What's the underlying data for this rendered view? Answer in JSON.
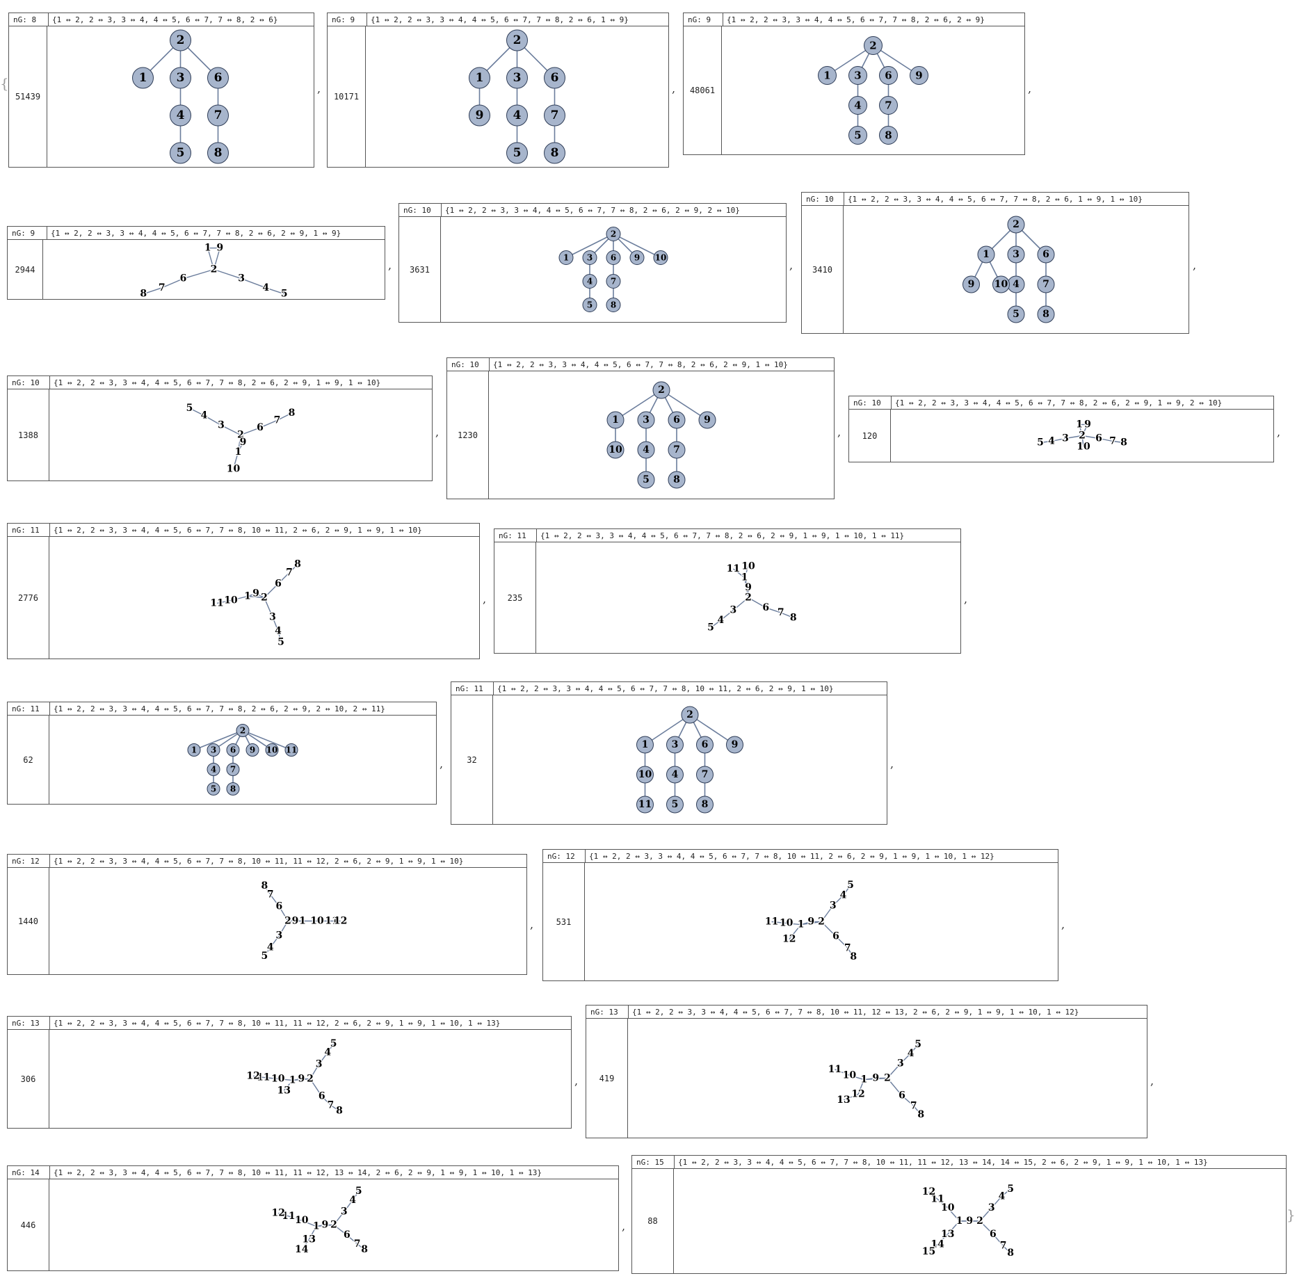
{
  "brace_open": "{",
  "brace_close": "}",
  "separator": ",",
  "ng_prefix": "nG: ",
  "colors": {
    "node_fill": "#a7b5cc",
    "node_stroke": "#2f3d57",
    "edge": "#6b7d9c",
    "label": "#000000"
  },
  "panels": [
    {
      "nG": "8",
      "edges_text": "{1 ↔ 2, 2 ↔ 3, 3 ↔ 4, 4 ↔ 5, 6 ↔ 7, 7 ↔ 8, 2 ↔ 6}",
      "count": "51439"
    },
    {
      "nG": "9",
      "edges_text": "{1 ↔ 2, 2 ↔ 3, 3 ↔ 4, 4 ↔ 5, 6 ↔ 7, 7 ↔ 8, 2 ↔ 6, 1 ↔ 9}",
      "count": "10171"
    },
    {
      "nG": "9",
      "edges_text": "{1 ↔ 2, 2 ↔ 3, 3 ↔ 4, 4 ↔ 5, 6 ↔ 7, 7 ↔ 8, 2 ↔ 6, 2 ↔ 9}",
      "count": "48061"
    },
    {
      "nG": "9",
      "edges_text": "{1 ↔ 2, 2 ↔ 3, 3 ↔ 4, 4 ↔ 5, 6 ↔ 7, 7 ↔ 8, 2 ↔ 6, 2 ↔ 9, 1 ↔ 9}",
      "count": "2944"
    },
    {
      "nG": "10",
      "edges_text": "{1 ↔ 2, 2 ↔ 3, 3 ↔ 4, 4 ↔ 5, 6 ↔ 7, 7 ↔ 8, 2 ↔ 6, 2 ↔ 9, 2 ↔ 10}",
      "count": "3631"
    },
    {
      "nG": "10",
      "edges_text": "{1 ↔ 2, 2 ↔ 3, 3 ↔ 4, 4 ↔ 5, 6 ↔ 7, 7 ↔ 8, 2 ↔ 6, 1 ↔ 9, 1 ↔ 10}",
      "count": "3410"
    },
    {
      "nG": "10",
      "edges_text": "{1 ↔ 2, 2 ↔ 3, 3 ↔ 4, 4 ↔ 5, 6 ↔ 7, 7 ↔ 8, 2 ↔ 6, 2 ↔ 9, 1 ↔ 9, 1 ↔ 10}",
      "count": "1388"
    },
    {
      "nG": "10",
      "edges_text": "{1 ↔ 2, 2 ↔ 3, 3 ↔ 4, 4 ↔ 5, 6 ↔ 7, 7 ↔ 8, 2 ↔ 6, 2 ↔ 9, 1 ↔ 10}",
      "count": "1230"
    },
    {
      "nG": "10",
      "edges_text": "{1 ↔ 2, 2 ↔ 3, 3 ↔ 4, 4 ↔ 5, 6 ↔ 7, 7 ↔ 8, 2 ↔ 6, 2 ↔ 9, 1 ↔ 9, 2 ↔ 10}",
      "count": "120"
    },
    {
      "nG": "11",
      "edges_text": "{1 ↔ 2, 2 ↔ 3, 3 ↔ 4, 4 ↔ 5, 6 ↔ 7, 7 ↔ 8, 10 ↔ 11, 2 ↔ 6, 2 ↔ 9, 1 ↔ 9, 1 ↔ 10}",
      "count": "2776"
    },
    {
      "nG": "11",
      "edges_text": "{1 ↔ 2, 2 ↔ 3, 3 ↔ 4, 4 ↔ 5, 6 ↔ 7, 7 ↔ 8, 2 ↔ 6, 2 ↔ 9, 1 ↔ 9, 1 ↔ 10, 1 ↔ 11}",
      "count": "235"
    },
    {
      "nG": "11",
      "edges_text": "{1 ↔ 2, 2 ↔ 3, 3 ↔ 4, 4 ↔ 5, 6 ↔ 7, 7 ↔ 8, 2 ↔ 6, 2 ↔ 9, 2 ↔ 10, 2 ↔ 11}",
      "count": "62"
    },
    {
      "nG": "11",
      "edges_text": "{1 ↔ 2, 2 ↔ 3, 3 ↔ 4, 4 ↔ 5, 6 ↔ 7, 7 ↔ 8, 10 ↔ 11, 2 ↔ 6, 2 ↔ 9, 1 ↔ 10}",
      "count": "32"
    },
    {
      "nG": "12",
      "edges_text": "{1 ↔ 2, 2 ↔ 3, 3 ↔ 4, 4 ↔ 5, 6 ↔ 7, 7 ↔ 8, 10 ↔ 11, 11 ↔ 12, 2 ↔ 6, 2 ↔ 9, 1 ↔ 9, 1 ↔ 10}",
      "count": "1440"
    },
    {
      "nG": "12",
      "edges_text": "{1 ↔ 2, 2 ↔ 3, 3 ↔ 4, 4 ↔ 5, 6 ↔ 7, 7 ↔ 8, 10 ↔ 11, 2 ↔ 6, 2 ↔ 9, 1 ↔ 9, 1 ↔ 10, 1 ↔ 12}",
      "count": "531"
    },
    {
      "nG": "13",
      "edges_text": "{1 ↔ 2, 2 ↔ 3, 3 ↔ 4, 4 ↔ 5, 6 ↔ 7, 7 ↔ 8, 10 ↔ 11, 11 ↔ 12, 2 ↔ 6, 2 ↔ 9, 1 ↔ 9, 1 ↔ 10, 1 ↔ 13}",
      "count": "306"
    },
    {
      "nG": "13",
      "edges_text": "{1 ↔ 2, 2 ↔ 3, 3 ↔ 4, 4 ↔ 5, 6 ↔ 7, 7 ↔ 8, 10 ↔ 11, 12 ↔ 13, 2 ↔ 6, 2 ↔ 9, 1 ↔ 9, 1 ↔ 10, 1 ↔ 12}",
      "count": "419"
    },
    {
      "nG": "14",
      "edges_text": "{1 ↔ 2, 2 ↔ 3, 3 ↔ 4, 4 ↔ 5, 6 ↔ 7, 7 ↔ 8, 10 ↔ 11, 11 ↔ 12, 13 ↔ 14, 2 ↔ 6, 2 ↔ 9, 1 ↔ 9, 1 ↔ 10, 1 ↔ 13}",
      "count": "446"
    },
    {
      "nG": "15",
      "edges_text": "{1 ↔ 2, 2 ↔ 3, 3 ↔ 4, 4 ↔ 5, 6 ↔ 7, 7 ↔ 8, 10 ↔ 11, 11 ↔ 12, 13 ↔ 14, 14 ↔ 15, 2 ↔ 6, 2 ↔ 9, 1 ↔ 9, 1 ↔ 10, 1 ↔ 13}",
      "count": "88"
    }
  ]
}
